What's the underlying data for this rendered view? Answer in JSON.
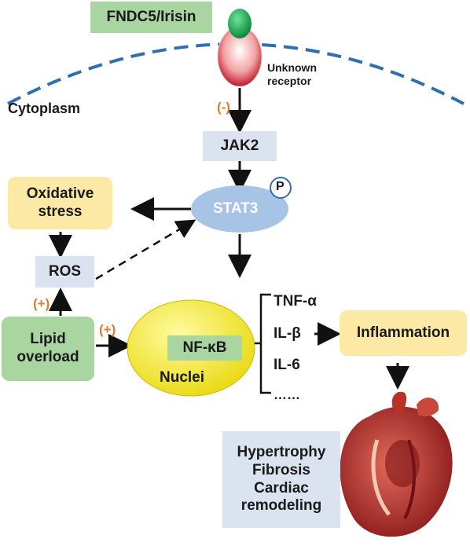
{
  "ligand": {
    "label": "FNDC5/Irisin"
  },
  "receptor": {
    "label": "Unknown\nreceptor"
  },
  "compartment": {
    "label": "Cytoplasm"
  },
  "signs": {
    "neg": "(-)",
    "pos_ros": "(+)",
    "pos_nfkb": "(+)"
  },
  "nodes": {
    "jak2": "JAK2",
    "stat3": "STAT3",
    "phospho": "P",
    "oxidative": "Oxidative\nstress",
    "ros": "ROS",
    "lipid": "Lipid\noverload",
    "nfkb": "NF-κB",
    "nuclei": "Nuclei",
    "inflammation": "Inflammation",
    "outcomes": "Hypertrophy\nFibrosis\nCardiac\nremodeling"
  },
  "cytokines": [
    "TNF-α",
    "IL-β",
    "IL-6",
    "……"
  ],
  "colors": {
    "green_box": "#a8d5a0",
    "blue_box": "#dbe3f0",
    "yellow_box": "#fde9a6",
    "membrane": "#2f6fb0",
    "sign": "#e07b2a",
    "stat3": "#a7c4e6",
    "nucleus": "#f4ee3a"
  }
}
